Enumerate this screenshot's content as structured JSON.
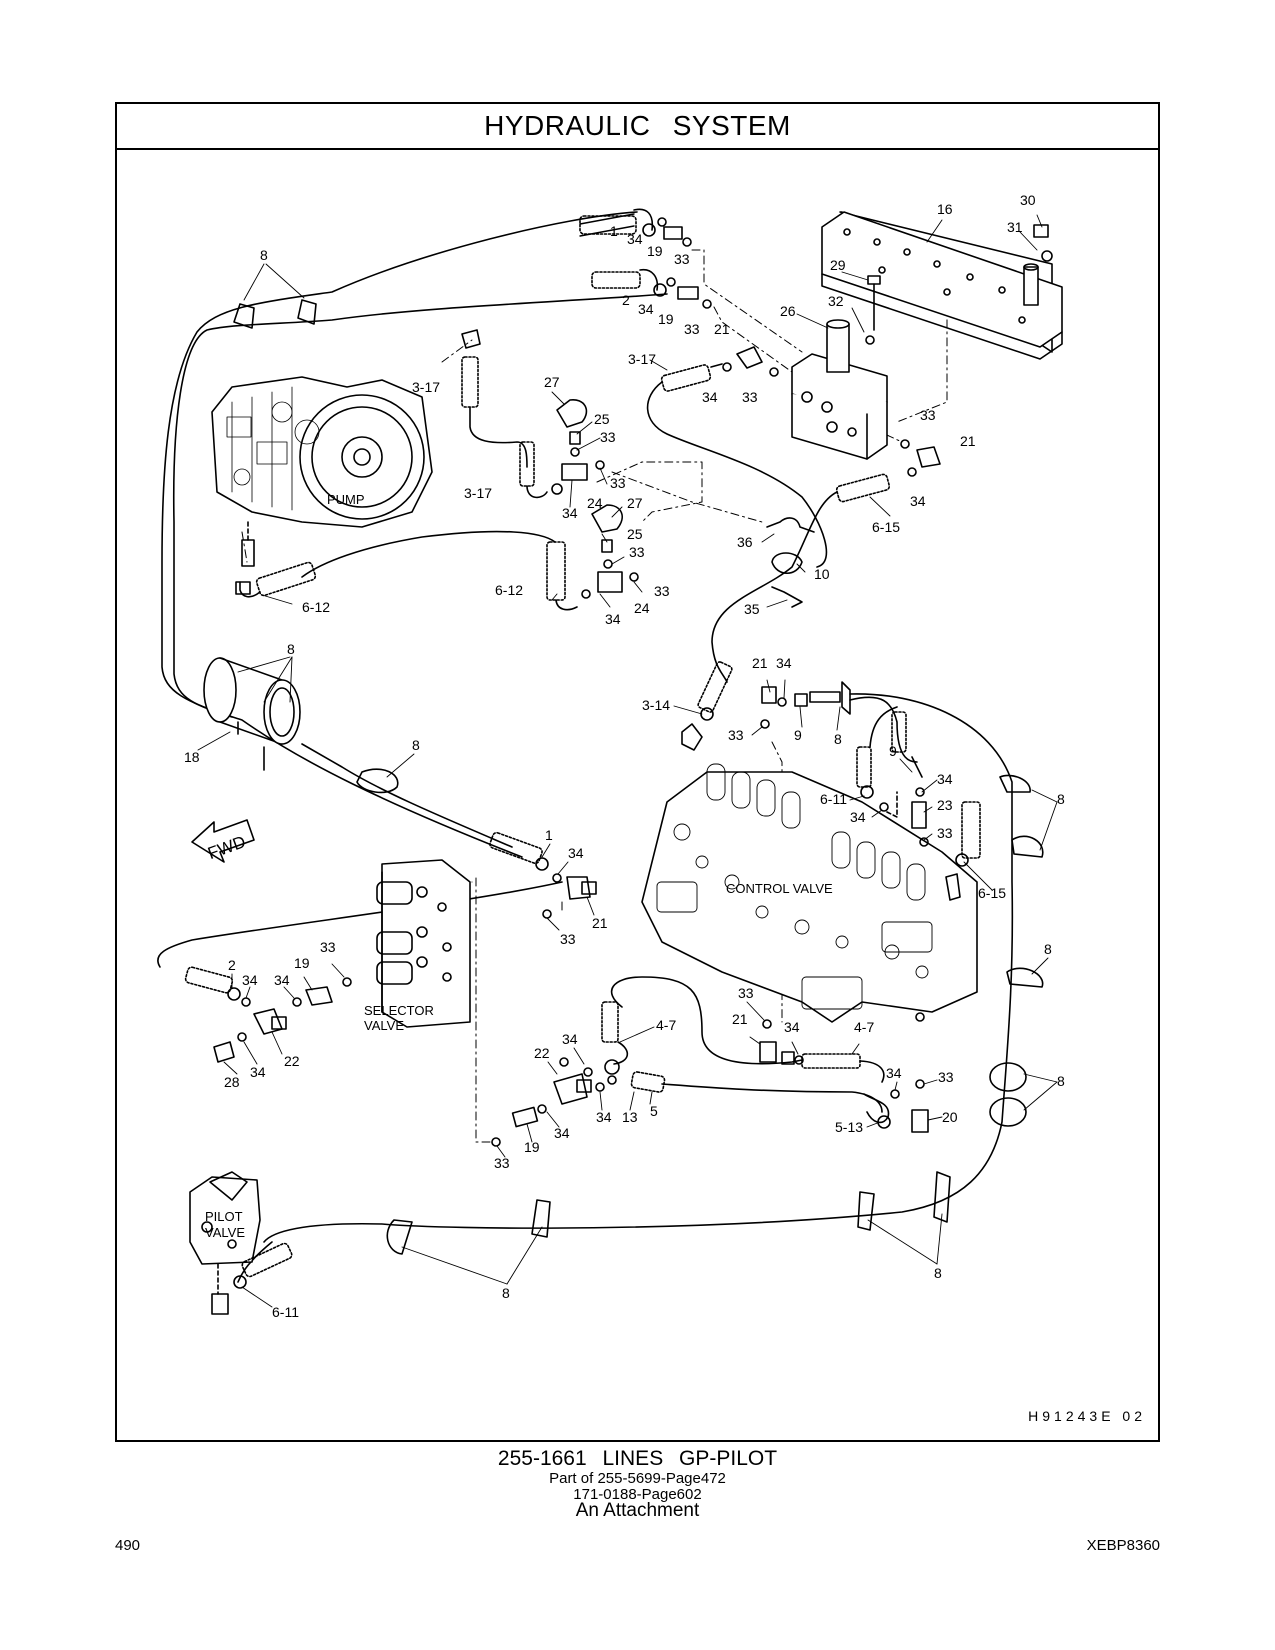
{
  "header": {
    "title": "HYDRAULIC   SYSTEM"
  },
  "drawing_number": "H91243E      02",
  "footer": {
    "part_title": "255-1661   LINES GP-PILOT",
    "part_of": "Part of 255-5699-Page472",
    "ref": "171-0188-Page602",
    "attachment": "An Attachment",
    "page_number": "490",
    "doc_id": "XEBP8360"
  },
  "components": {
    "pump": "PUMP",
    "control_valve": "CONTROL  VALVE",
    "selector_valve_line1": "SELECTOR",
    "selector_valve_line2": "VALVE",
    "pilot_valve_line1": "PILOT",
    "pilot_valve_line2": "VALVE",
    "fwd": "FWD"
  },
  "callouts": {
    "c1": "30",
    "c2": "16",
    "c3": "31",
    "c4": "8",
    "c5": "1",
    "c6": "34",
    "c7": "19",
    "c8": "33",
    "c9": "29",
    "c10": "2",
    "c11": "34",
    "c12": "19",
    "c13": "33",
    "c14": "32",
    "c15": "26",
    "c16": "21",
    "c17": "3-17",
    "c18": "34",
    "c19": "33",
    "c20": "3-17",
    "c21": "27",
    "c22": "25",
    "c23": "33",
    "c24": "33",
    "c25": "21",
    "c26": "33",
    "c27": "34",
    "c28": "3-17",
    "c29": "34",
    "c30": "24",
    "c31": "27",
    "c32": "6-15",
    "c33": "36",
    "c34": "25",
    "c35": "33",
    "c36": "10",
    "c37": "6-12",
    "c38": "33",
    "c39": "6-12",
    "c40": "24",
    "c41": "34",
    "c42": "35",
    "c43": "8",
    "c44": "21",
    "c45": "34",
    "c46": "3-14",
    "c47": "9",
    "c48": "33",
    "c49": "8",
    "c50": "18",
    "c51": "8",
    "c52": "9",
    "c53": "34",
    "c54": "8",
    "c55": "6-11",
    "c56": "23",
    "c57": "34",
    "c58": "33",
    "c59": "1",
    "c60": "34",
    "c61": "6-15",
    "c62": "21",
    "c63": "33",
    "c64": "33",
    "c65": "8",
    "c66": "2",
    "c67": "19",
    "c68": "34",
    "c69": "34",
    "c70": "33",
    "c71": "21",
    "c72": "34",
    "c73": "4-7",
    "c74": "4-7",
    "c75": "22",
    "c76": "34",
    "c77": "22",
    "c78": "28",
    "c79": "34",
    "c80": "34",
    "c81": "33",
    "c82": "8",
    "c83": "34",
    "c84": "13",
    "c85": "5",
    "c86": "5-13",
    "c87": "20",
    "c88": "34",
    "c89": "19",
    "c90": "33",
    "c91": "8",
    "c92": "8",
    "c93": "6-11"
  }
}
